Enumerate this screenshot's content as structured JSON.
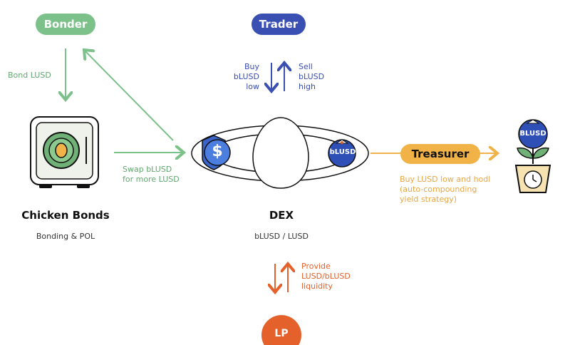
{
  "nodes": {
    "bonder": "Bonder",
    "trader": "Trader",
    "treasurer": "Treasurer",
    "lp": "LP"
  },
  "labels": {
    "bond_lusd": "Bond LUSD",
    "swap_line1": "Swap bLUSD",
    "swap_line2": "for more LUSD",
    "buy_line1": "Buy",
    "buy_line2": "bLUSD",
    "buy_line3": "low",
    "sell_line1": "Sell",
    "sell_line2": "bLUSD",
    "sell_line3": "high",
    "provide_line1": "Provide",
    "provide_line2": "LUSD/bLUSD",
    "provide_line3": "liquidity",
    "treasurer_line1": "Buy LUSD low and hodl",
    "treasurer_line2": "(auto-compounding",
    "treasurer_line3": "yield strategy)"
  },
  "sections": {
    "chicken_title": "Chicken Bonds",
    "chicken_sub": "Bonding & POL",
    "dex_title": "DEX",
    "dex_sub": "bLUSD / LUSD"
  },
  "tokens": {
    "blusd_badge": "bLUSD",
    "plant_badge": "BLUSD",
    "lusd_symbol": "$"
  },
  "colors": {
    "green": "#62a870",
    "blue": "#3a4fb2",
    "orange": "#e5612c",
    "amber": "#e9a542"
  }
}
